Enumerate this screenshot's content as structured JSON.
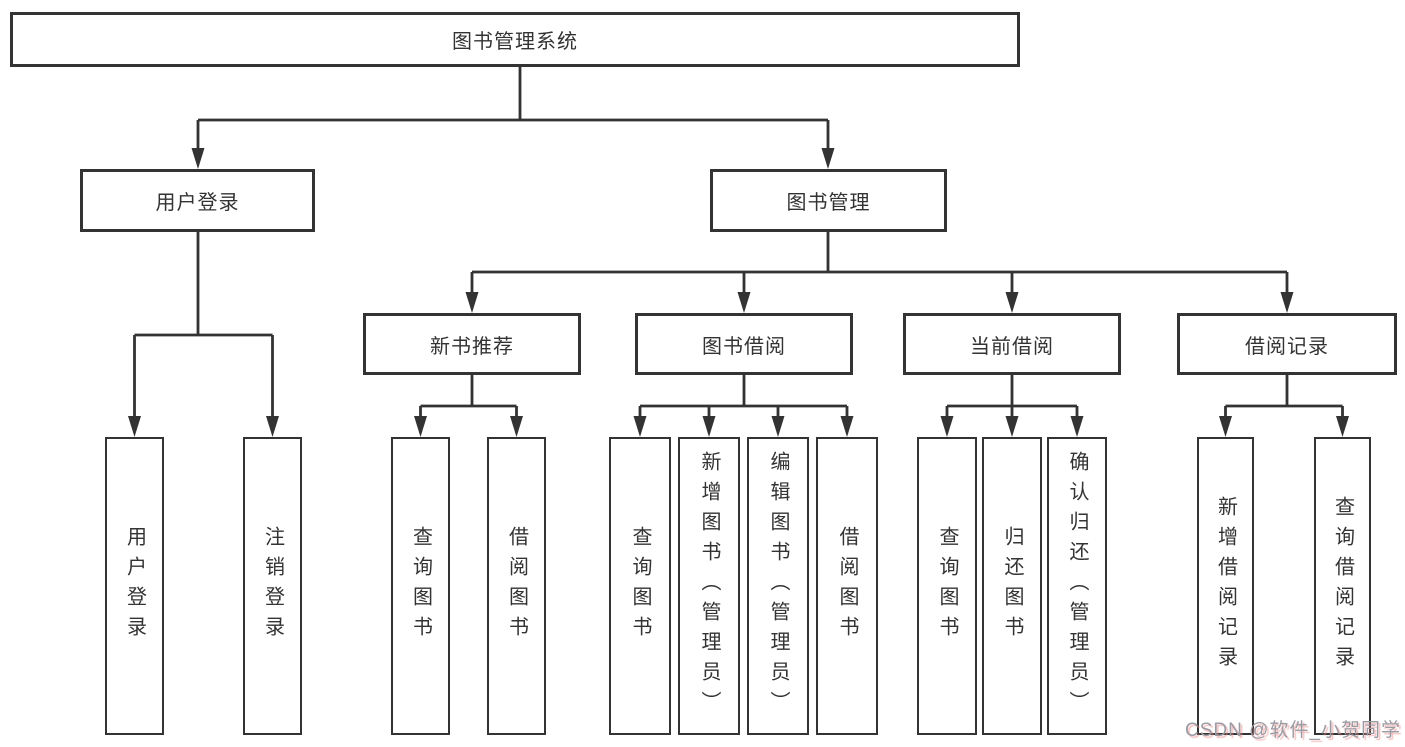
{
  "title": "图书管理系统",
  "nodes": {
    "root": "图书管理系统",
    "user_login": "用户登录",
    "book_management": "图书管理",
    "new_book_recommend": "新书推荐",
    "book_borrow": "图书借阅",
    "current_borrow": "当前借阅",
    "borrow_record": "借阅记录"
  },
  "leaves": {
    "login": [
      "用户登录",
      "注销登录"
    ],
    "recommend": [
      "查询图书",
      "借阅图书"
    ],
    "borrow": [
      "查询图书",
      "新增图书（管理员）",
      "编辑图书（管理员）",
      "借阅图书"
    ],
    "current": [
      "查询图书",
      "归还图书",
      "确认归还（管理员）"
    ],
    "record": [
      "新增借阅记录",
      "查询借阅记录"
    ]
  },
  "hierarchy": {
    "label": "图书管理系统",
    "children": [
      {
        "label": "用户登录",
        "children": [
          {
            "label": "用户登录"
          },
          {
            "label": "注销登录"
          }
        ]
      },
      {
        "label": "图书管理",
        "children": [
          {
            "label": "新书推荐",
            "children": [
              {
                "label": "查询图书"
              },
              {
                "label": "借阅图书"
              }
            ]
          },
          {
            "label": "图书借阅",
            "children": [
              {
                "label": "查询图书"
              },
              {
                "label": "新增图书（管理员）"
              },
              {
                "label": "编辑图书（管理员）"
              },
              {
                "label": "借阅图书"
              }
            ]
          },
          {
            "label": "当前借阅",
            "children": [
              {
                "label": "查询图书"
              },
              {
                "label": "归还图书"
              },
              {
                "label": "确认归还（管理员）"
              }
            ]
          },
          {
            "label": "借阅记录",
            "children": [
              {
                "label": "新增借阅记录"
              },
              {
                "label": "查询借阅记录"
              }
            ]
          }
        ]
      }
    ]
  },
  "watermark": "CSDN @软件_小贺同学",
  "colors": {
    "line": "#333333",
    "box_border": "#333333",
    "text": "#333333",
    "background": "#ffffff",
    "watermark_text": "#9b9ba3",
    "watermark_shadow": "#e98a8a"
  }
}
